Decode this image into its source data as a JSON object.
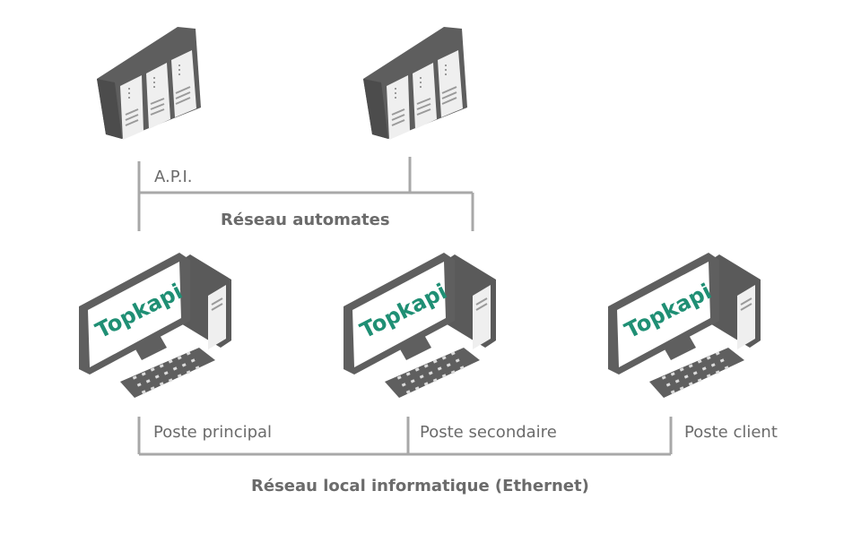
{
  "labels": {
    "plc": "A.P.I.",
    "plc_network": "Réseau automates",
    "main_station": "Poste principal",
    "secondary_station": "Poste secondaire",
    "client_station": "Poste client",
    "lan": "Réseau local informatique (Ethernet)"
  },
  "screen_logo": "Topkapi",
  "colors": {
    "device_dark": "#616161",
    "device_light": "#efefef",
    "network_line": "#a8a8a8",
    "label_text": "#6b6b6b",
    "logo_green": "#1f8f74"
  }
}
